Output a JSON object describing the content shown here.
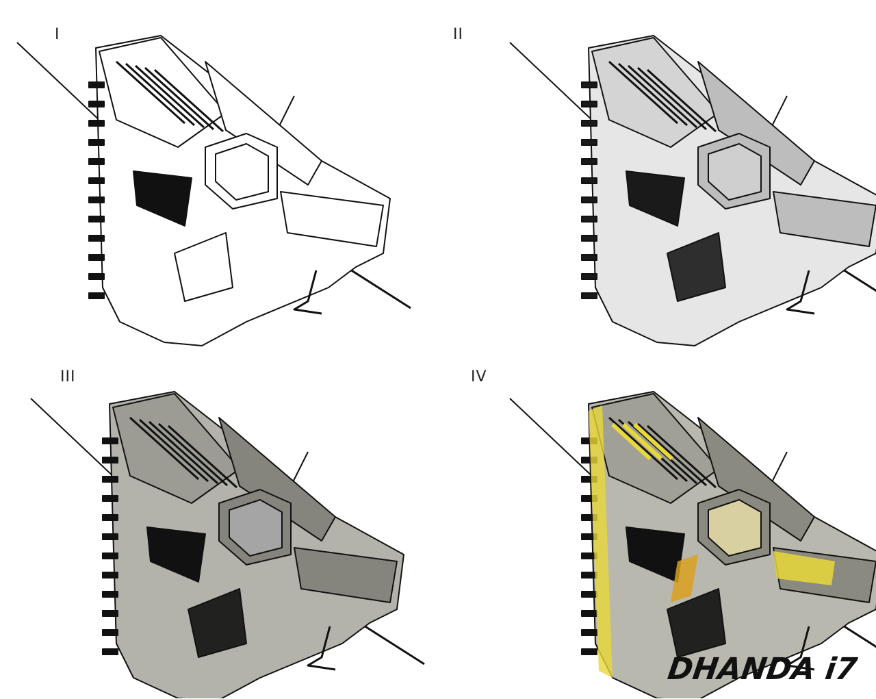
{
  "panels": [
    {
      "numeral": "I",
      "style": "lineart"
    },
    {
      "numeral": "II",
      "style": "grey"
    },
    {
      "numeral": "III",
      "style": "dark"
    },
    {
      "numeral": "IV",
      "style": "yellow"
    }
  ],
  "signature": "DHANDA i7",
  "colors": {
    "ink": "#111111",
    "light_grey": "#d9d9d9",
    "mid_grey": "#9a9a9a",
    "dark_grey": "#6e6e6e",
    "accent_yellow": "#e8d83a",
    "accent_orange": "#d9a020"
  }
}
